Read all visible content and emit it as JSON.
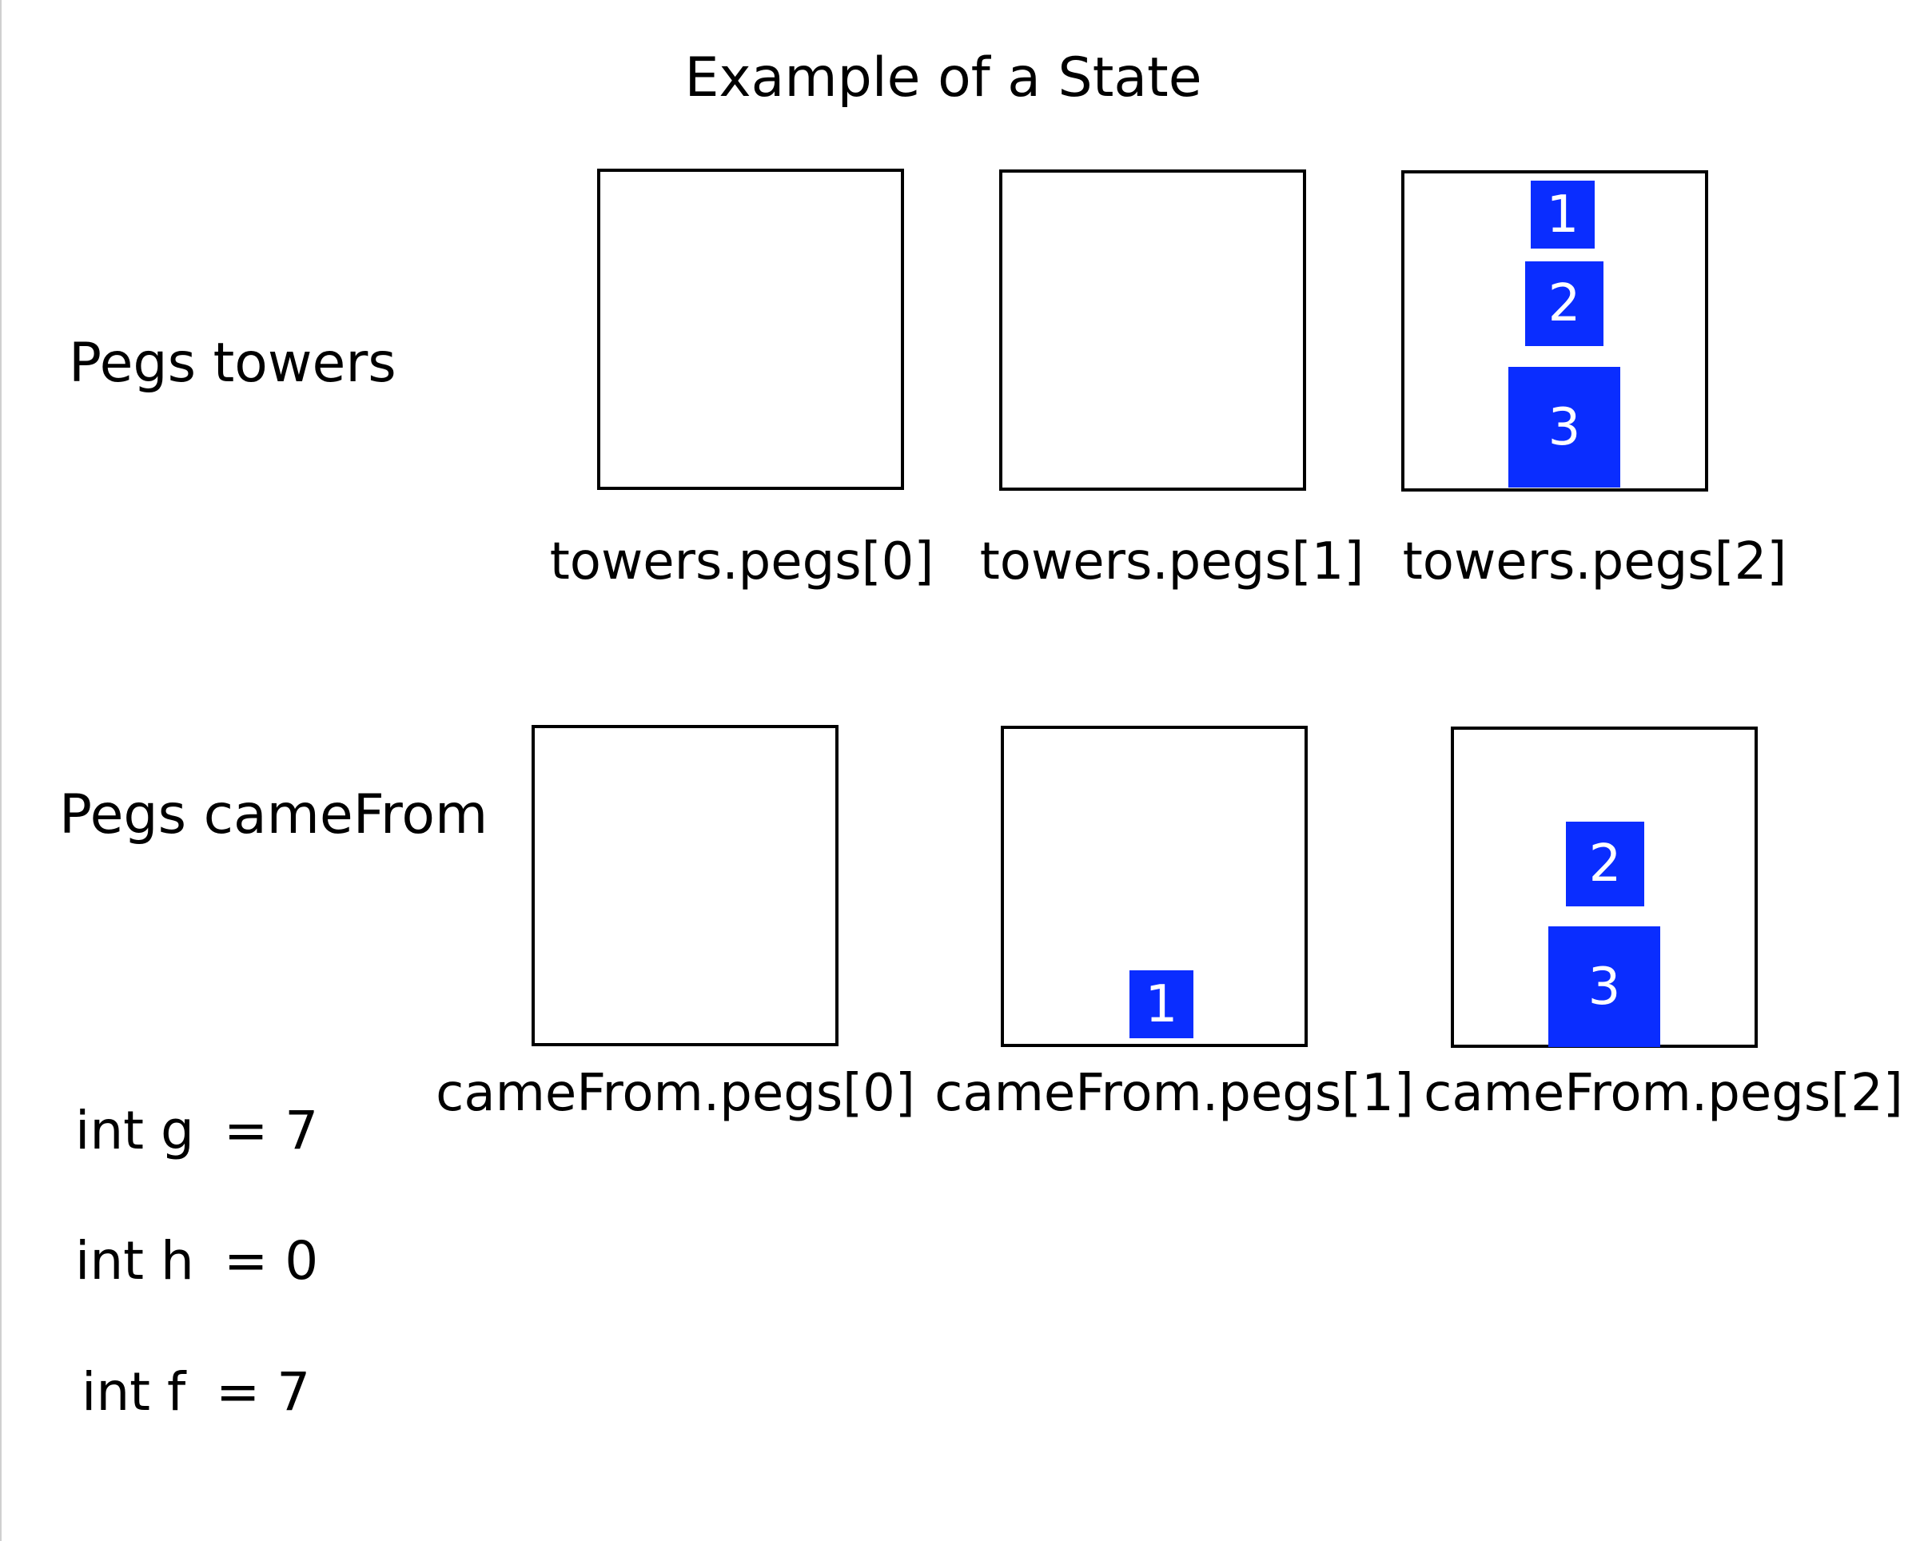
{
  "title": "Example of a State",
  "disk_color": "#0a2dff",
  "towers": {
    "row_label": "Pegs towers",
    "pegs": [
      {
        "label": "towers.pegs[0]",
        "disks": []
      },
      {
        "label": "towers.pegs[1]",
        "disks": []
      },
      {
        "label": "towers.pegs[2]",
        "disks": [
          "1",
          "2",
          "3"
        ]
      }
    ]
  },
  "cameFrom": {
    "row_label": "Pegs cameFrom",
    "pegs": [
      {
        "label": "cameFrom.pegs[0]",
        "disks": []
      },
      {
        "label": "cameFrom.pegs[1]",
        "disks": [
          "1"
        ]
      },
      {
        "label": "cameFrom.pegs[2]",
        "disks": [
          "2",
          "3"
        ]
      }
    ]
  },
  "variables": {
    "g": {
      "name": "int g",
      "value": "= 7"
    },
    "h": {
      "name": "int h",
      "value": "= 0"
    },
    "f": {
      "name": "int f",
      "value": "= 7"
    }
  }
}
